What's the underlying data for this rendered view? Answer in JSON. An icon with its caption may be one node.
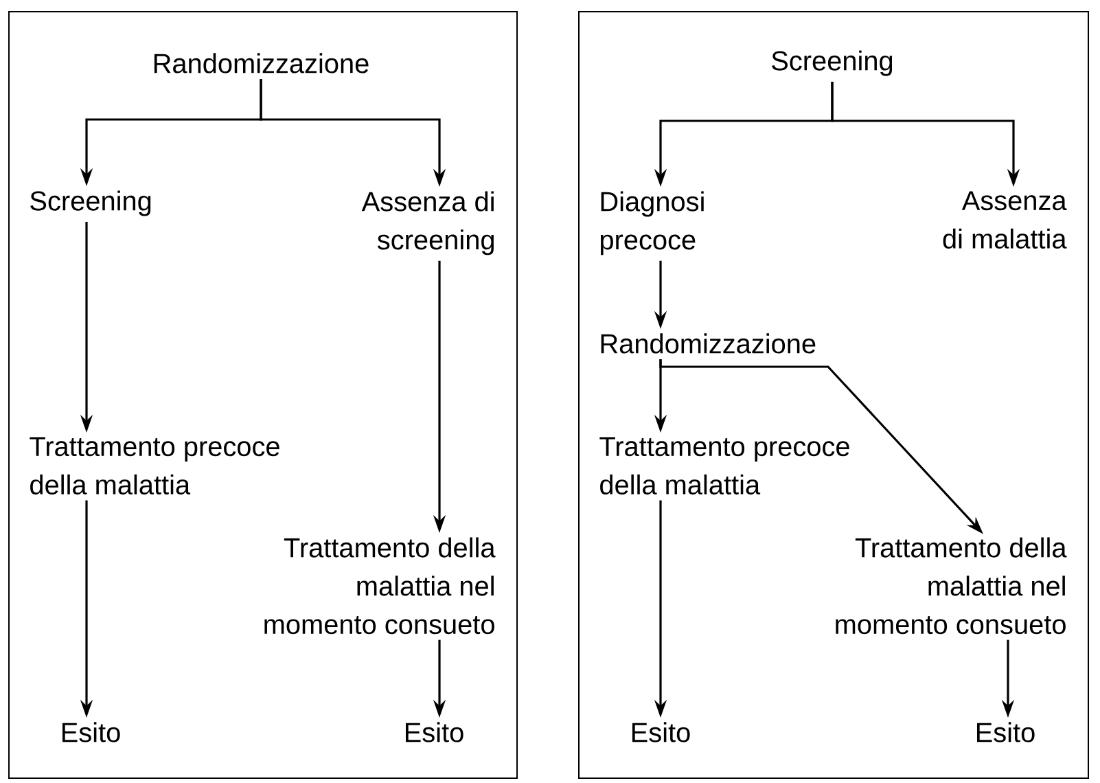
{
  "diagram": {
    "nodes": [
      {
        "text": [],
        "shape": "box"
      },
      {
        "text": [
          "Randomizzazione"
        ],
        "in": 0
      },
      {
        "text": [
          "Screening"
        ],
        "in": 0
      },
      {
        "text": [
          "Assenza di screening"
        ],
        "in": 0
      },
      {
        "text": [
          "Trattamento precoce della malattia"
        ],
        "in": 0
      },
      {
        "text": [
          "Trattamento della malattia nel momento consueto"
        ],
        "in": 0
      },
      {
        "text": [
          "Esito"
        ],
        "in": 0
      },
      {
        "text": [
          "Esito"
        ],
        "in": 0
      },
      {
        "text": [],
        "shape": "box"
      },
      {
        "text": [
          "Screening"
        ],
        "in": 8
      },
      {
        "text": [
          "Diagnosi precoce"
        ],
        "in": 8
      },
      {
        "text": [
          "Assenza di malattia"
        ],
        "in": 8
      },
      {
        "text": [
          "Randomizzazione"
        ],
        "in": 8
      },
      {
        "text": [
          "Trattamento precoce della malattia"
        ],
        "in": 8
      },
      {
        "text": [
          "Trattamento della malattia nel momento consueto"
        ],
        "in": 8
      },
      {
        "text": [
          "Esito"
        ],
        "in": 8
      },
      {
        "text": [
          "Esito"
        ],
        "in": 8
      }
    ],
    "edges": [
      {
        "from": 1,
        "to": 2,
        "arrow": "to"
      },
      {
        "from": 1,
        "to": 3,
        "arrow": "to"
      },
      {
        "from": 2,
        "to": 4,
        "arrow": "to"
      },
      {
        "from": 3,
        "to": 5,
        "arrow": "to"
      },
      {
        "from": 4,
        "to": 6,
        "arrow": "to"
      },
      {
        "from": 5,
        "to": 7,
        "arrow": "to"
      },
      {
        "from": 9,
        "to": 10,
        "arrow": "to"
      },
      {
        "from": 9,
        "to": 11,
        "arrow": "to"
      },
      {
        "from": 10,
        "to": 12,
        "arrow": "to"
      },
      {
        "from": 12,
        "to": 13,
        "arrow": "to"
      },
      {
        "from": 12,
        "to": 14,
        "arrow": "to"
      },
      {
        "from": 13,
        "to": 15,
        "arrow": "to"
      },
      {
        "from": 14,
        "to": 16,
        "arrow": "to"
      }
    ]
  }
}
